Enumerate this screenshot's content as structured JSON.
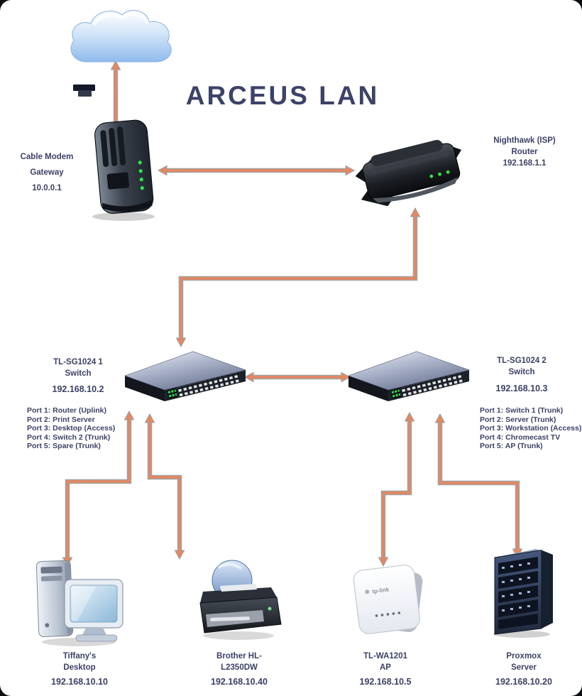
{
  "title": "ARCEUS LAN",
  "modem": {
    "line1": "Cable Modem",
    "line2": "Gateway",
    "ip": "10.0.0.1"
  },
  "router": {
    "line1": "Nighthawk (ISP)",
    "line2": "Router",
    "ip": "192.168.1.1"
  },
  "switch1": {
    "line1": "TL-SG1024 1",
    "line2": "Switch",
    "ip": "192.168.10.2",
    "ports": [
      "Port 1: Router (Uplink)",
      "Port 2: Print Server",
      "Port 3: Desktop (Access)",
      "Port 4: Switch 2 (Trunk)",
      "Port 5: Spare (Trunk)"
    ]
  },
  "switch2": {
    "line1": "TL-SG1024 2",
    "line2": "Switch",
    "ip": "192.168.10.3",
    "ports": [
      "Port 1: Switch 1 (Trunk)",
      "Port 2: Server (Trunk)",
      "Port 3: Workstation (Access)",
      "Port 4: Chromecast TV",
      "Port 5: AP (Trunk)"
    ]
  },
  "endpoints": [
    {
      "line1": "Tiffany's",
      "line2": "Desktop",
      "ip": "192.168.10.10"
    },
    {
      "line1": "Brother HL-",
      "line2": "L2350DW",
      "ip": "192.168.10.40"
    },
    {
      "line1": "TL-WA1201",
      "line2": "AP",
      "ip": "192.168.10.5"
    },
    {
      "line1": "Proxmox",
      "line2": "Server",
      "ip": "192.168.10.20"
    }
  ],
  "ap": {
    "logo": "tp-link"
  },
  "colors": {
    "accent_line": "#e58760",
    "line_shadow": "#9d9d9d",
    "label_text": "#3c4166",
    "title_text": "#3d4268",
    "led_green": "#2ee64a"
  }
}
